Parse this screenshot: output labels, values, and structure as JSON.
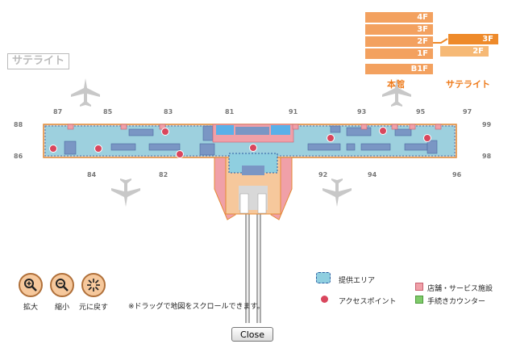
{
  "floors": {
    "main": [
      "4F",
      "3F",
      "2F",
      "1F",
      "B1F"
    ],
    "main_label": "本館",
    "satellite": [
      "3F",
      "2F"
    ],
    "satellite_label": "サテライト"
  },
  "map_title": "サテライト",
  "gates": {
    "g87": "87",
    "g85": "85",
    "g83": "83",
    "g81": "81",
    "g91": "91",
    "g93": "93",
    "g95": "95",
    "g97": "97",
    "g88": "88",
    "g86": "86",
    "g99": "99",
    "g98": "98",
    "g84": "84",
    "g82": "82",
    "g92": "92",
    "g94": "94",
    "g96": "96"
  },
  "controls": {
    "zoom_in": "拡大",
    "zoom_out": "縮小",
    "reset": "元に戻す",
    "hint": "※ドラッグで地図をスクロールできます。"
  },
  "legend": {
    "service_area": "提供エリア",
    "access_point": "アクセスポイント",
    "shops": "店舗・サービス施設",
    "checkin": "手続きカウンター"
  },
  "close_label": "Close",
  "colors": {
    "floor_button": "#f3a15f",
    "floor_active": "#ee8a2a",
    "service_area": "#8fcfe0",
    "access_point": "#d9465d",
    "shops": "#f0a0a8",
    "checkin": "#7fcb6a"
  }
}
